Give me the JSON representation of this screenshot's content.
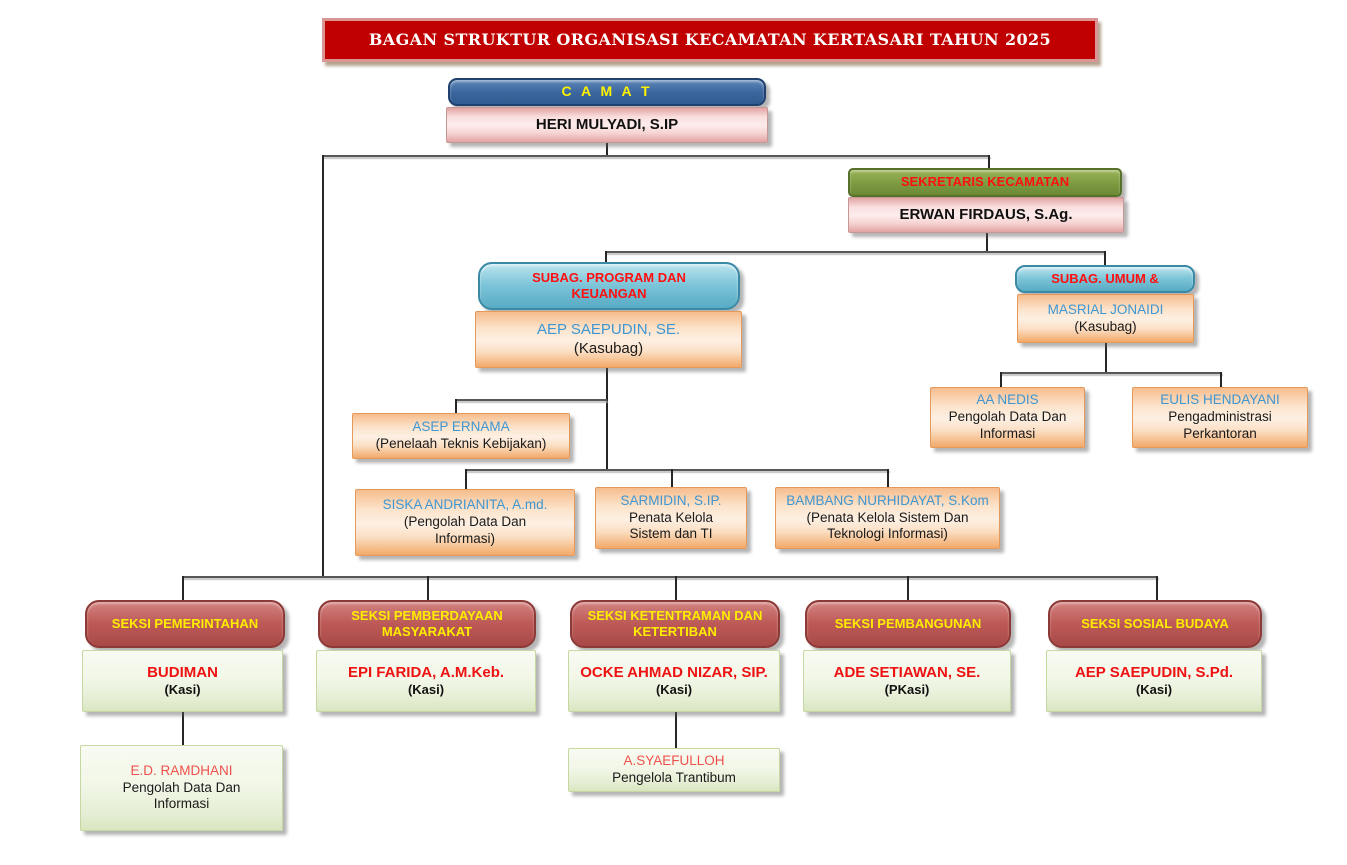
{
  "title": "BAGAN STRUKTUR ORGANISASI KECAMATAN KERTASARI TAHUN 2025",
  "palette": {
    "banner_red": "#c00000",
    "banner_border_rose": "#d99694",
    "camat_blue": "#3a659c",
    "sekretaris_green": "#7b9840",
    "subag_teal": "#7cc4d8",
    "seksi_maroon": "#bd5a57",
    "name_box_pink": "#fdecec",
    "staff_box_orange": "#fdf0e3",
    "kasi_box_green": "#eef4e0",
    "header_text_yellow": "#ffee00",
    "header_text_red": "#ff0f0f",
    "staff_name_blue": "#3e96d2",
    "kasi_name_red": "#ee1212"
  },
  "nodes": {
    "camat": {
      "header": "C A M A T",
      "name": "HERI MULYADI, S.IP"
    },
    "sekretaris": {
      "header": "SEKRETARIS KECAMATAN",
      "name": "ERWAN FIRDAUS, S.Ag."
    },
    "subag_program": {
      "header": "SUBAG. PROGRAM DAN\nKEUANGAN",
      "name": "AEP SAEPUDIN, SE.",
      "role": "(Kasubag)"
    },
    "subag_umum": {
      "header": "SUBAG. UMUM &",
      "name": "MASRIAL JONAIDI",
      "role": "(Kasubag)"
    },
    "asep_ernama": {
      "name": "ASEP ERNAMA",
      "role": "(Penelaah Teknis Kebijakan)"
    },
    "siska": {
      "name": "SISKA ANDRIANITA, A.md.",
      "role": "(Pengolah Data Dan\nInformasi)"
    },
    "sarmidin": {
      "name": "SARMIDIN, S.IP.",
      "role": "Penata Kelola\nSistem dan TI"
    },
    "bambang": {
      "name": "BAMBANG NURHIDAYAT, S.Kom",
      "role": "(Penata Kelola Sistem Dan\nTeknologi Informasi)"
    },
    "aa_nedis": {
      "name": "AA NEDIS",
      "role": "Pengolah Data Dan\nInformasi"
    },
    "eulis": {
      "name": "EULIS HENDAYANI",
      "role": "Pengadministrasi\nPerkantoran"
    },
    "seksi_pemerintahan": {
      "header": "SEKSI PEMERINTAHAN",
      "name": "BUDIMAN",
      "role": "(Kasi)"
    },
    "seksi_pemberdayaan": {
      "header": "SEKSI PEMBERDAYAAN\nMASYARAKAT",
      "name": "EPI FARIDA, A.M.Keb.",
      "role": "(Kasi)"
    },
    "seksi_ketentraman": {
      "header": "SEKSI KETENTRAMAN DAN\nKETERTIBAN",
      "name": "OCKE AHMAD NIZAR, SIP.",
      "role": "(Kasi)"
    },
    "seksi_pembangunan": {
      "header": "SEKSI PEMBANGUNAN",
      "name": "ADE SETIAWAN, SE.",
      "role": "(PKasi)"
    },
    "seksi_sosial": {
      "header": "SEKSI  SOSIAL BUDAYA",
      "name": "AEP SAEPUDIN, S.Pd.",
      "role": "(Kasi)"
    },
    "ed_ramdhani": {
      "name": "E.D. RAMDHANI",
      "role": "Pengolah Data Dan\nInformasi"
    },
    "syaefulloh": {
      "name": "A.SYAEFULLOH",
      "role": "Pengelola Trantibum"
    }
  }
}
